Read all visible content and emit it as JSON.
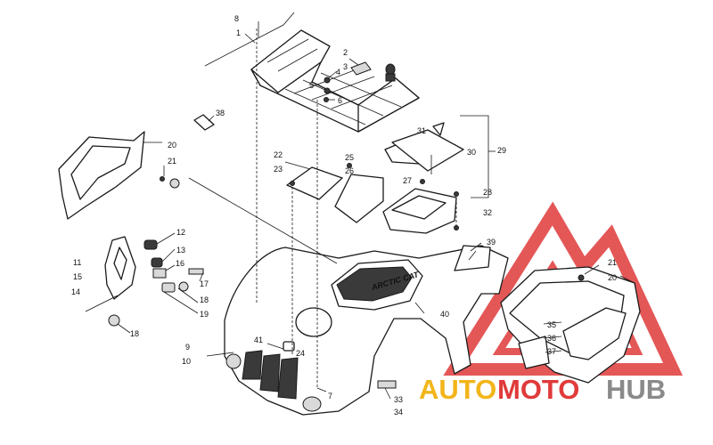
{
  "watermark": {
    "text_part1": "AUTO",
    "text_part2": "MOTO",
    "text_part3": "HUB",
    "colors": {
      "triangle": "#e03a3a",
      "auto": "#f2b51a",
      "moto": "#e03a3a",
      "hub": "#8a8a8a"
    }
  },
  "diagram": {
    "decal_text": "ARCTIC CAT",
    "callouts": [
      "1",
      "2",
      "3",
      "4",
      "5",
      "6",
      "7",
      "8",
      "9",
      "10",
      "11",
      "12",
      "13",
      "14",
      "15",
      "16",
      "17",
      "18",
      "18",
      "19",
      "20",
      "20",
      "21",
      "21",
      "22",
      "23",
      "24",
      "25",
      "26",
      "27",
      "28",
      "29",
      "30",
      "31",
      "32",
      "33",
      "34",
      "35",
      "36",
      "37",
      "38",
      "39",
      "40",
      "41"
    ]
  }
}
